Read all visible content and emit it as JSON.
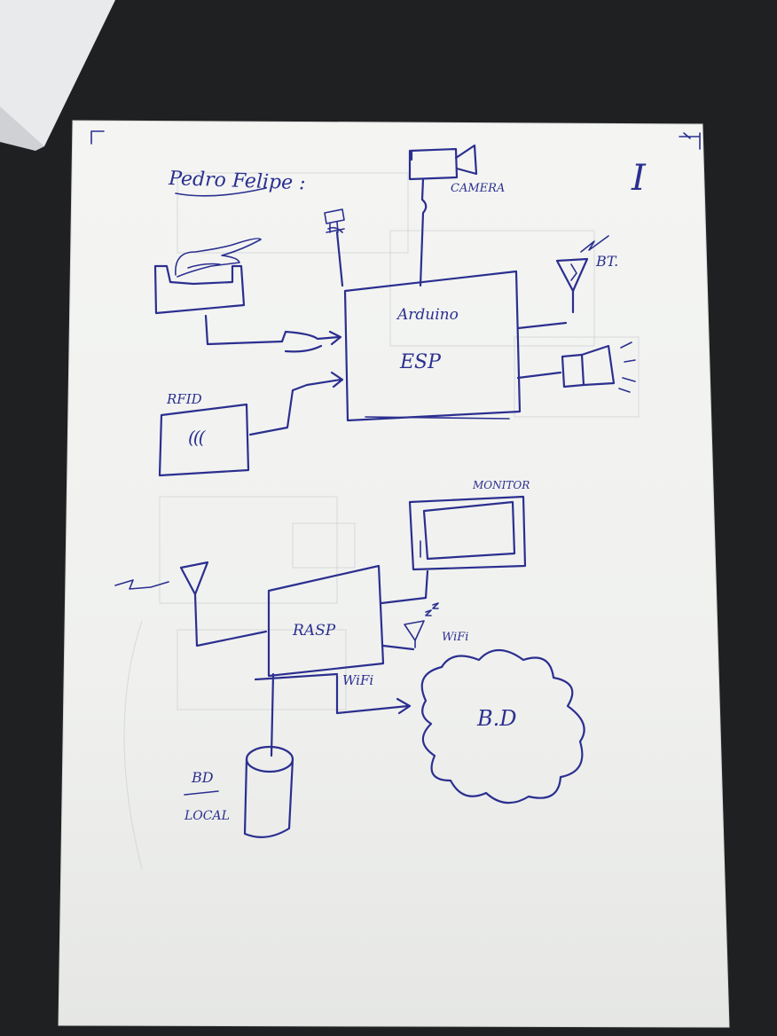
{
  "page": {
    "roman_numeral": "I",
    "author": "Pedro Felipe :"
  },
  "diagram": {
    "top_section": {
      "main_board_line1": "Arduino",
      "main_board_line2": "ESP",
      "camera_label": "CAMERA",
      "bluetooth_label": "BT.",
      "rfid_label": "RFID",
      "rfid_symbol": "((("
    },
    "bottom_section": {
      "monitor_label": "MONITOR",
      "rasp_label": "RASP",
      "wifi_label_antenna": "WiFi",
      "wifi_label_arrow": "WiFi",
      "cloud_label": "B.D",
      "local_db_line1": "BD",
      "local_db_line2": "LOCAL"
    }
  },
  "colors": {
    "ink": "#2b2f8f",
    "paper": "#f2f3f1",
    "background": "#1f2022"
  }
}
